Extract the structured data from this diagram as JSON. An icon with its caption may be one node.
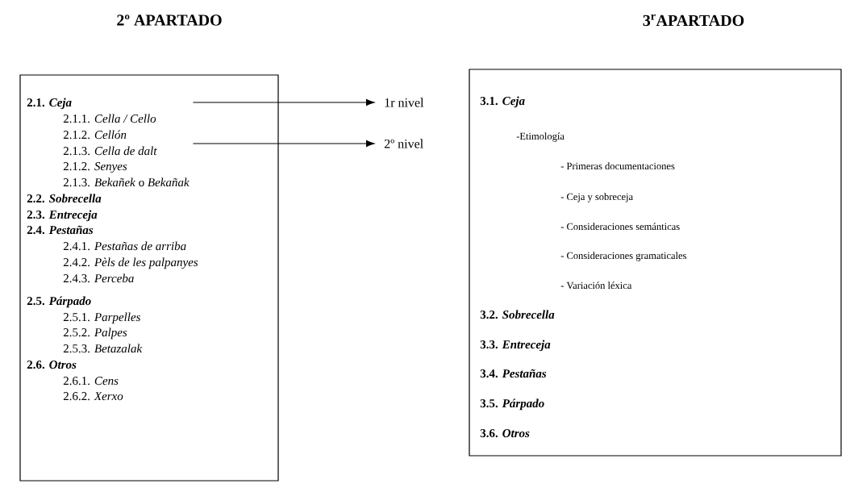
{
  "diagram": {
    "nodes": [
      {
        "text": [
          "2.1. *Ceja*",
          "2.1.1. *Cella / Cello*",
          "2.1.2. *Cellón*",
          "2.1.3. *Cella de dalt*",
          "2.1.2. *Senyes*",
          "2.1.3. *Bekañek* o *Bekañak*",
          "2.2. *Sobrecella*",
          "2.3. *Entreceja*",
          "2.4. *Pestañas*",
          "2.4.1. *Pestañas de arriba*",
          "2.4.2. *Pèls de les palpanyes*",
          "2.4.3. *Perceba*",
          "2.5. *Párpado*",
          "2.5.1. *Parpelles*",
          "2.5.2. *Palpes*",
          "2.5.3. *Betazalak*",
          "2.6. *Otros*",
          "2.6.1. *Cens*",
          "2.6.2. *Xerxo*"
        ]
      },
      {
        "text": [
          "3.1. *Ceja*",
          "-Etimología",
          "- Primeras documentaciones",
          "- Ceja y sobreceja",
          "- Consideraciones semánticas",
          "- Consideraciones gramaticales",
          "- Variación léxica",
          "3.2. *Sobrecella*",
          "3.3. *Entreceja*",
          "3.4. *Pestañas*",
          "3.5. *Párpado*",
          "3.6. *Otros*"
        ]
      },
      {
        "text": [
          "1r nivel"
        ]
      },
      {
        "text": [
          "2º nivel"
        ]
      }
    ],
    "edges": [
      {
        "from": 0,
        "to": 2,
        "arrow": "to"
      },
      {
        "from": 0,
        "to": 3,
        "arrow": "to"
      }
    ],
    "labels": [
      "2º APARTADO",
      "3$^{r}$APARTADO"
    ]
  }
}
